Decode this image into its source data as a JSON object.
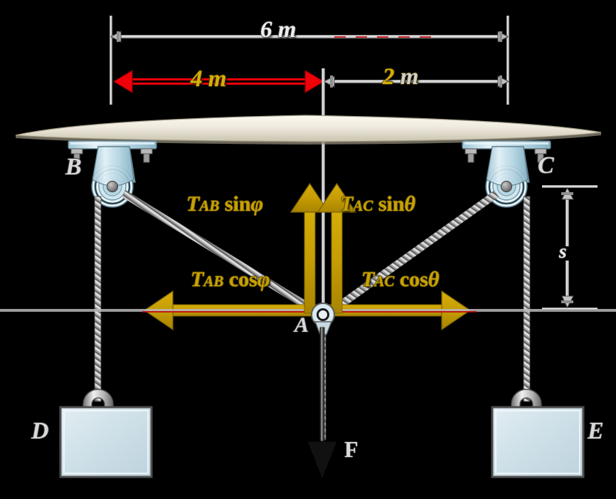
{
  "figure": {
    "title": "Free-body diagram of a cable-pulley system with two hanging weights",
    "background_color": "#000000"
  },
  "colors": {
    "force_gold": "#c8a105",
    "dimension_red": "#e8000a",
    "dimension_silver": "#c9c9c9",
    "pulley_blue": "#bcd9e4",
    "block_fill": "#cfdfe6",
    "ceiling_cream": "#ebe6d6",
    "cable_gray": "#a8a8a8"
  },
  "dimensions": {
    "total_span": {
      "label": "6 m",
      "style": "silver",
      "orientation": "horizontal",
      "from": "B",
      "to": "C"
    },
    "left_span": {
      "label": "4 m",
      "style": "gold-on-red",
      "orientation": "horizontal",
      "from": "B",
      "to": "A-vertical"
    },
    "right_span": {
      "label": "2 m",
      "style": "gold",
      "orientation": "horizontal",
      "from": "A-vertical",
      "to": "C"
    },
    "vertical_drop": {
      "label": "s",
      "style": "silver",
      "orientation": "vertical",
      "from": "C",
      "to": "A-level"
    }
  },
  "points": [
    {
      "id": "B",
      "label": "B",
      "role": "left-pulley"
    },
    {
      "id": "C",
      "label": "C",
      "role": "right-pulley"
    },
    {
      "id": "A",
      "label": "A",
      "role": "cable-junction-ring"
    },
    {
      "id": "D",
      "label": "D",
      "role": "left-hanging-block"
    },
    {
      "id": "E",
      "label": "E",
      "role": "right-hanging-block"
    }
  ],
  "forces": [
    {
      "id": "TAB-sin-phi",
      "symbol": "T",
      "subscript": "AB",
      "function": "sin",
      "angle": "φ",
      "text": "T_AB sin φ",
      "direction": "up",
      "color": "#c8a105"
    },
    {
      "id": "TAC-sin-theta",
      "symbol": "T",
      "subscript": "AC",
      "function": "sin",
      "angle": "θ",
      "text": "T_AC sin θ",
      "direction": "up",
      "color": "#c8a105"
    },
    {
      "id": "TAB-cos-phi",
      "symbol": "T",
      "subscript": "AB",
      "function": "cos",
      "angle": "φ",
      "text": "T_AB cos φ",
      "direction": "left",
      "color": "#c8a105"
    },
    {
      "id": "TAC-cos-theta",
      "symbol": "T",
      "subscript": "AC",
      "function": "cos",
      "angle": "θ",
      "text": "T_AC cos θ",
      "direction": "right",
      "color": "#c8a105"
    },
    {
      "id": "F",
      "text": "F",
      "direction": "down",
      "color": "#1a1a1a"
    }
  ],
  "labels": {
    "six_m": "6 m",
    "four_m": "4 m",
    "two_m_num": "2",
    "two_m_unit": "m",
    "s": "s",
    "B": "B",
    "C": "C",
    "A": "A",
    "D": "D",
    "E": "E",
    "F": "F",
    "T": "T",
    "AB": "AB",
    "AC": "AC",
    "sin": "sin",
    "cos": "cos",
    "phi": "φ",
    "theta": "θ"
  }
}
